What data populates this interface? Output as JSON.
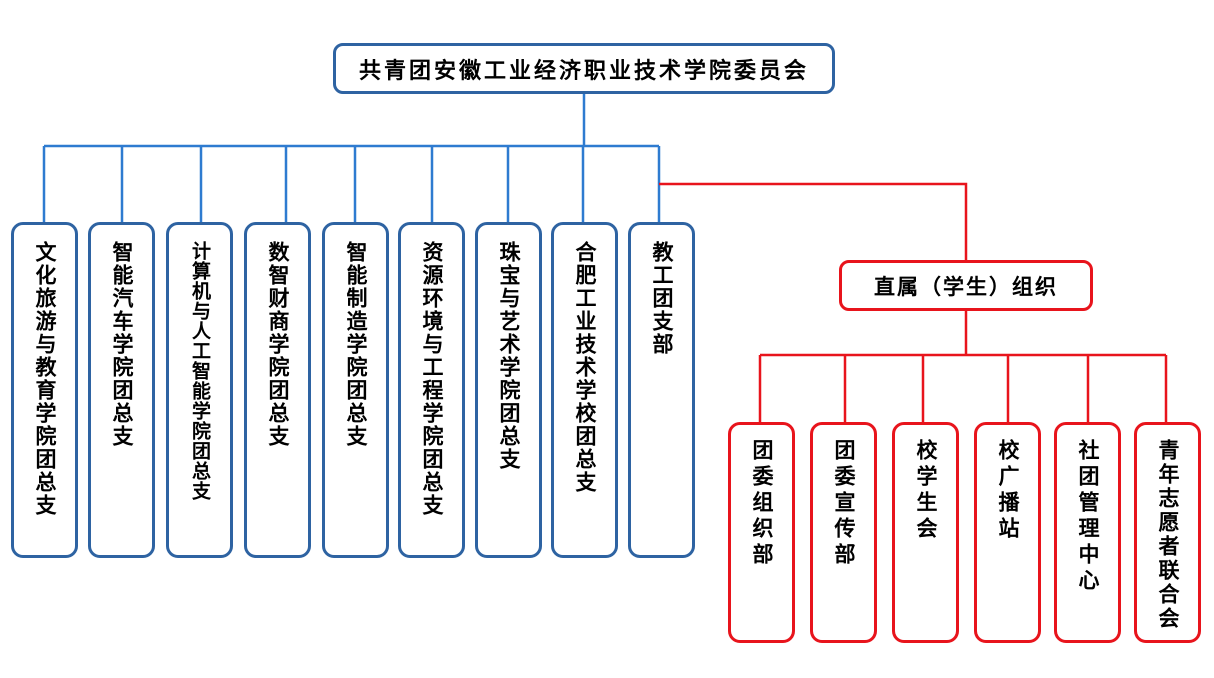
{
  "root": {
    "label": "共青团安徽工业经济职业技术学院委员会"
  },
  "branches": [
    {
      "label": "文化旅游与教育学院团总支"
    },
    {
      "label": "智能汽车学院团总支"
    },
    {
      "label": "计算机与人工智能学院团总支"
    },
    {
      "label": "数智财商学院团总支"
    },
    {
      "label": "智能制造学院团总支"
    },
    {
      "label": "资源环境与工程学院团总支"
    },
    {
      "label": "珠宝与艺术学院团总支"
    },
    {
      "label": "合肥工业技术学校团总支"
    },
    {
      "label": "教工团支部"
    }
  ],
  "direct": {
    "label": "直属（学生）组织",
    "children": [
      {
        "label": "团委组织部"
      },
      {
        "label": "团委宣传部"
      },
      {
        "label": "校学生会"
      },
      {
        "label": "校广播站"
      },
      {
        "label": "社团管理中心"
      },
      {
        "label": "青年志愿者联合会"
      }
    ]
  },
  "colors": {
    "branch_line": "#2E7BD0",
    "branch_border": "#2E63A2",
    "direct_line": "#E8141C"
  }
}
